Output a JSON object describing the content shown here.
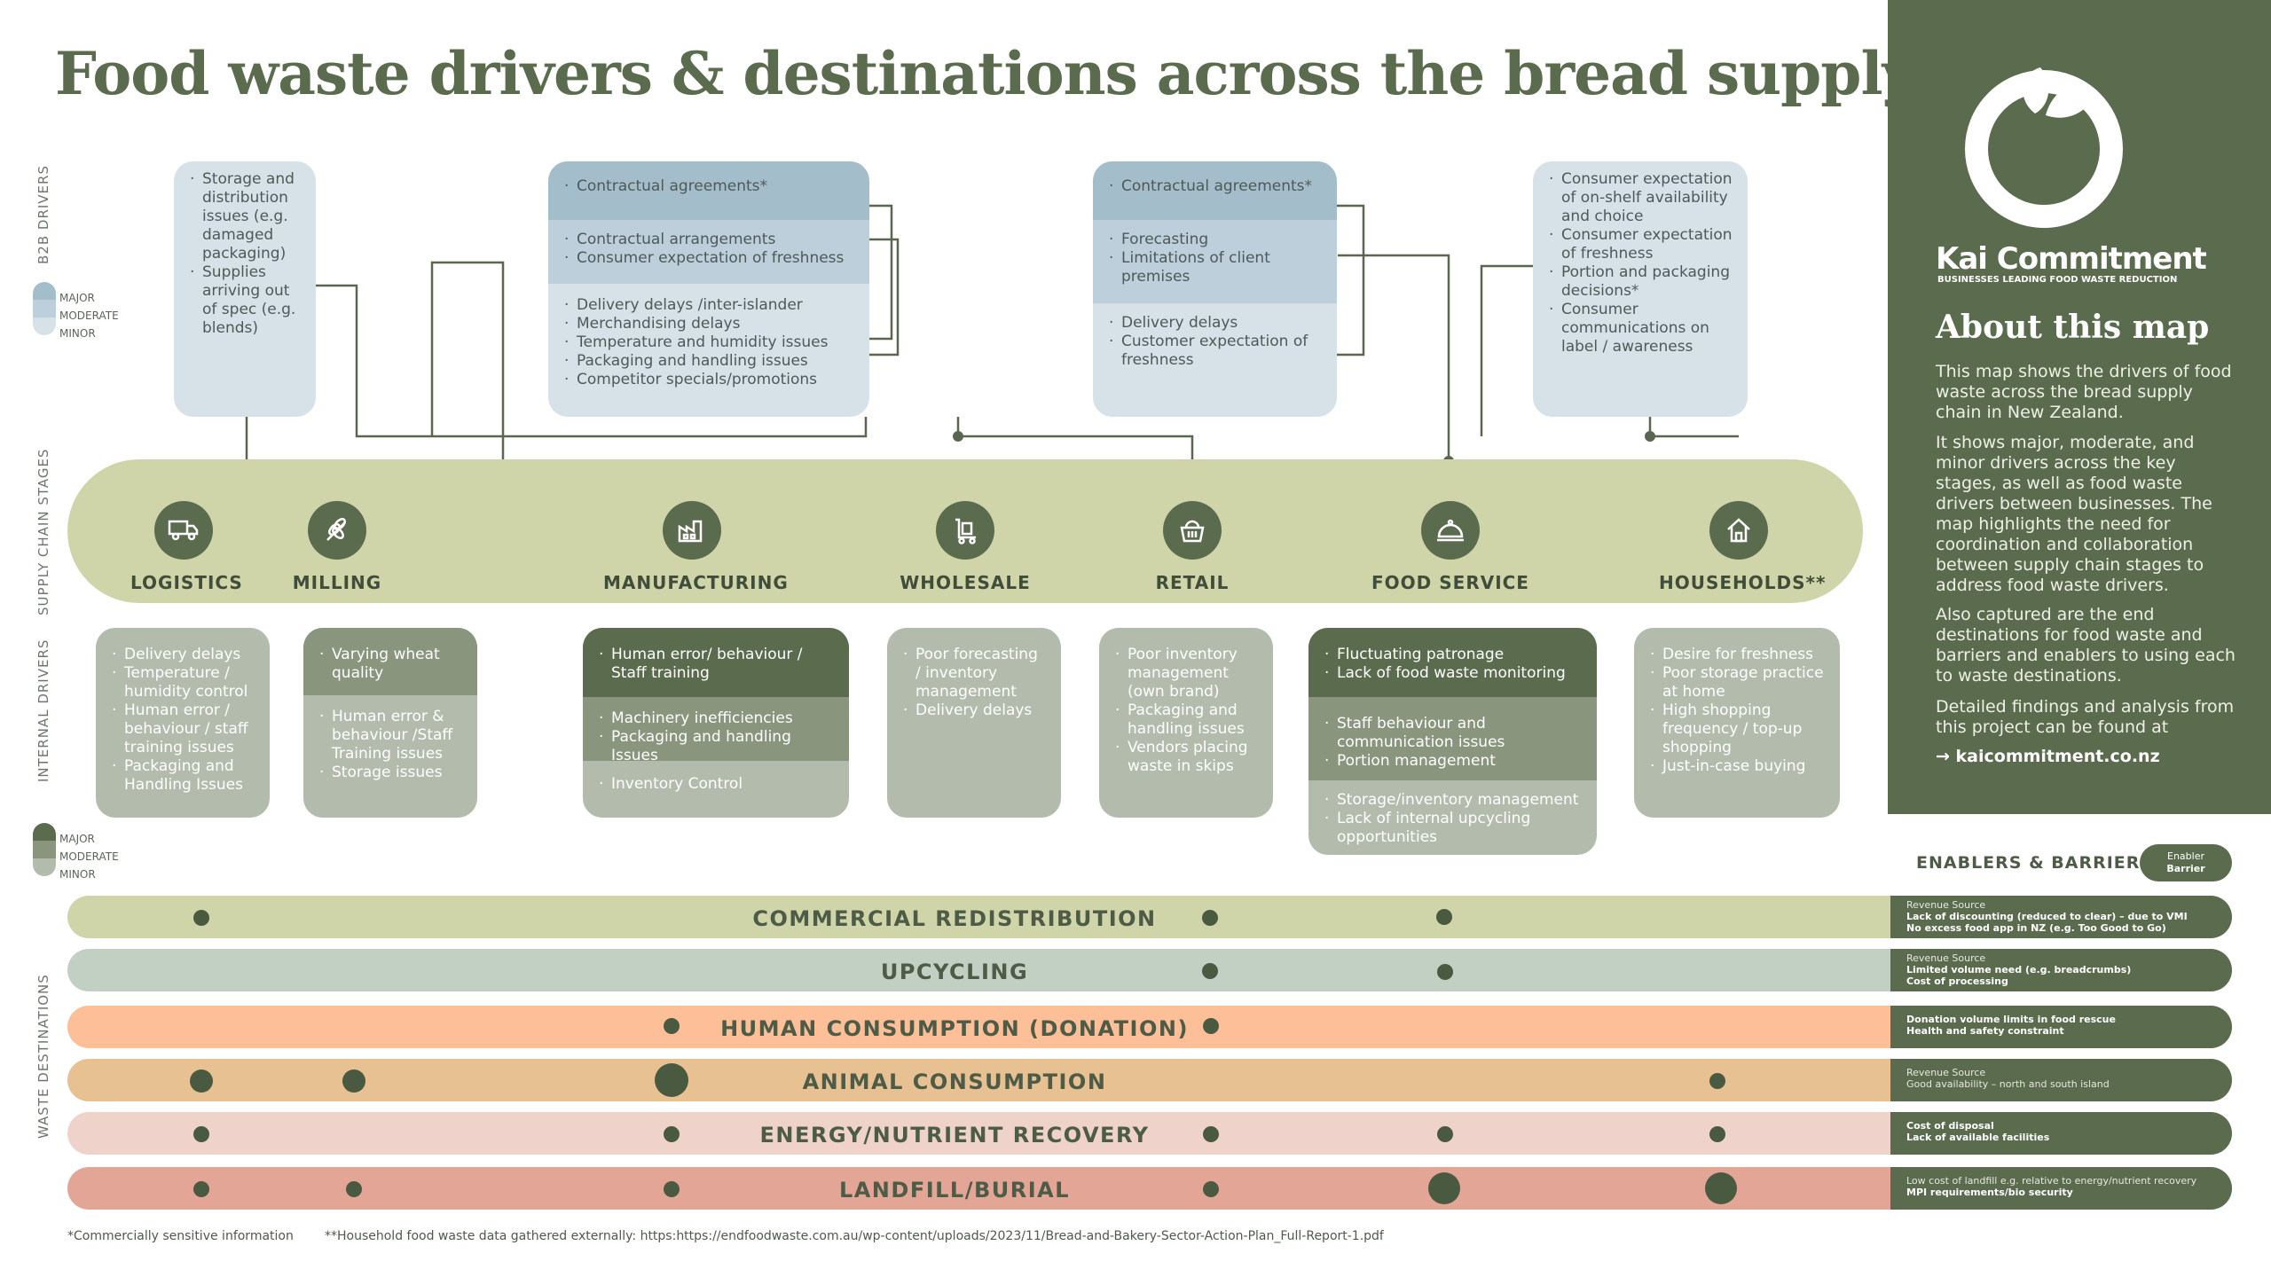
{
  "title": "Food waste drivers & destinations across the bread supply chain",
  "axis_labels": {
    "b2b": "B2B DRIVERS",
    "stages": "SUPPLY CHAIN STAGES",
    "internal": "INTERNAL DRIVERS",
    "waste": "WASTE DESTINATIONS"
  },
  "legend": {
    "major": "MAJOR",
    "moderate": "MODERATE",
    "minor": "MINOR"
  },
  "colors": {
    "b2b_major": "#a4bdcb",
    "b2b_moderate": "#bccfda",
    "b2b_minor": "#d6e1e8",
    "int_major": "#5b6b4e",
    "int_moderate": "#8a957d",
    "int_minor": "#b3bcac",
    "brand": "#5b6b4e",
    "band": "#cfd5a8"
  },
  "b2b_drivers": [
    {
      "id": "logistics-milling",
      "minor": [
        "Storage and distribution issues (e.g. damaged packaging)",
        "Supplies arriving out of spec (e.g. blends)"
      ]
    },
    {
      "id": "manufacturing",
      "major": [
        "Contractual agreements*"
      ],
      "moderate": [
        "Contractual arrangements",
        "Consumer expectation of freshness"
      ],
      "minor": [
        "Delivery delays /inter-islander",
        "Merchandising delays",
        "Temperature and humidity issues",
        "Packaging and handling issues",
        "Competitor specials/promotions"
      ]
    },
    {
      "id": "retail",
      "major": [
        "Contractual agreements*"
      ],
      "moderate": [
        "Forecasting",
        "Limitations of client premises"
      ],
      "minor": [
        "Delivery delays",
        "Customer expectation of freshness"
      ]
    },
    {
      "id": "households",
      "minor": [
        "Consumer expectation of on-shelf availability and choice",
        "Consumer expectation of freshness",
        "Portion and packaging decisions*",
        "Consumer communications on label / awareness"
      ]
    }
  ],
  "stages": [
    {
      "label": "LOGISTICS",
      "icon": "truck-icon"
    },
    {
      "label": "MILLING",
      "icon": "wheat-icon"
    },
    {
      "label": "MANUFACTURING",
      "icon": "factory-icon"
    },
    {
      "label": "WHOLESALE",
      "icon": "trolley-icon"
    },
    {
      "label": "RETAIL",
      "icon": "basket-icon"
    },
    {
      "label": "FOOD SERVICE",
      "icon": "cloche-icon"
    },
    {
      "label": "HOUSEHOLDS**",
      "icon": "house-icon"
    }
  ],
  "internal_drivers": [
    {
      "id": "logistics",
      "moderate": [],
      "minor": [
        "Delivery delays",
        "Temperature / humidity control",
        "Human error / behaviour / staff training issues",
        "Packaging and Handling Issues"
      ]
    },
    {
      "id": "milling",
      "moderate": [
        "Varying wheat quality"
      ],
      "minor": [
        "Human error & behaviour /Staff Training issues",
        "Storage issues"
      ]
    },
    {
      "id": "manufacturing",
      "major": [
        "Human error/ behaviour / Staff training"
      ],
      "moderate": [
        "Machinery inefficiencies",
        "Packaging and handling Issues"
      ],
      "minor": [
        "Inventory Control"
      ]
    },
    {
      "id": "wholesale",
      "minor": [
        "Poor forecasting / inventory management",
        "Delivery delays"
      ]
    },
    {
      "id": "retail",
      "minor": [
        "Poor inventory management (own brand)",
        "Packaging and handling issues",
        "Vendors placing waste in skips"
      ]
    },
    {
      "id": "food-service",
      "major": [
        "Fluctuating patronage",
        "Lack of food waste monitoring"
      ],
      "moderate": [
        "Staff behaviour and communication issues",
        "Portion management"
      ],
      "minor": [
        "Storage/inventory management",
        "Lack of internal upcycling opportunities"
      ]
    },
    {
      "id": "households",
      "minor": [
        "Desire for freshness",
        "Poor storage practice at home",
        "High shopping frequency / top-up shopping",
        "Just-in-case buying"
      ]
    }
  ],
  "waste_destinations": [
    {
      "label": "COMMERCIAL REDISTRIBUTION",
      "color": "#cfd5a8",
      "enablers": [
        "Revenue Source"
      ],
      "barriers": [
        "Lack of discounting (reduced to clear) – due to VMI",
        "No excess food app in NZ (e.g. Too Good to Go)"
      ]
    },
    {
      "label": "UPCYCLING",
      "color": "#c2cfc3",
      "enablers": [
        "Revenue Source"
      ],
      "barriers": [
        "Limited volume need (e.g. breadcrumbs)",
        "Cost of processing"
      ]
    },
    {
      "label": "HUMAN CONSUMPTION (DONATION)",
      "color": "#fdbf97",
      "enablers": [],
      "barriers": [
        "Donation volume limits in food rescue",
        "Health and safety constraint"
      ]
    },
    {
      "label": "ANIMAL CONSUMPTION",
      "color": "#e8c193",
      "enablers": [
        "Revenue Source",
        "Good availability – north and south island"
      ],
      "barriers": []
    },
    {
      "label": "ENERGY/NUTRIENT RECOVERY",
      "color": "#efd3cb",
      "enablers": [],
      "barriers": [
        "Cost of disposal",
        "Lack of available facilities"
      ]
    },
    {
      "label": "LANDFILL/BURIAL",
      "color": "#e3a696",
      "enablers": [
        "Low cost of landfill e.g. relative to energy/nutrient recovery"
      ],
      "barriers": [
        "MPI requirements/bio security"
      ]
    }
  ],
  "side": {
    "brand": "Kai Commitment",
    "tagline": "BUSINESSES LEADING FOOD WASTE REDUCTION",
    "heading": "About this map",
    "p1": "This map shows the drivers of food waste across the bread supply chain in New Zealand.",
    "p2": "It shows major, moderate, and minor drivers across the key stages, as well as food waste drivers between businesses. The map highlights the need for coordination and collaboration between supply chain stages to address food waste drivers.",
    "p3": "Also captured are the end destinations for food waste and barriers and enablers to using each to waste destinations.",
    "p4": "Detailed findings and analysis from this project can be found at",
    "link": "→ kaicommitment.co.nz"
  },
  "enablers_barriers": {
    "label": "ENABLERS & BARRIERS",
    "enabler": "Enabler",
    "barrier": "Barrier"
  },
  "footnotes": {
    "f1": "*Commercially sensitive information",
    "f2": "**Household food waste data gathered externally: https:https://endfoodwaste.com.au/wp-content/uploads/2023/11/Bread-and-Bakery-Sector-Action-Plan_Full-Report-1.pdf"
  }
}
